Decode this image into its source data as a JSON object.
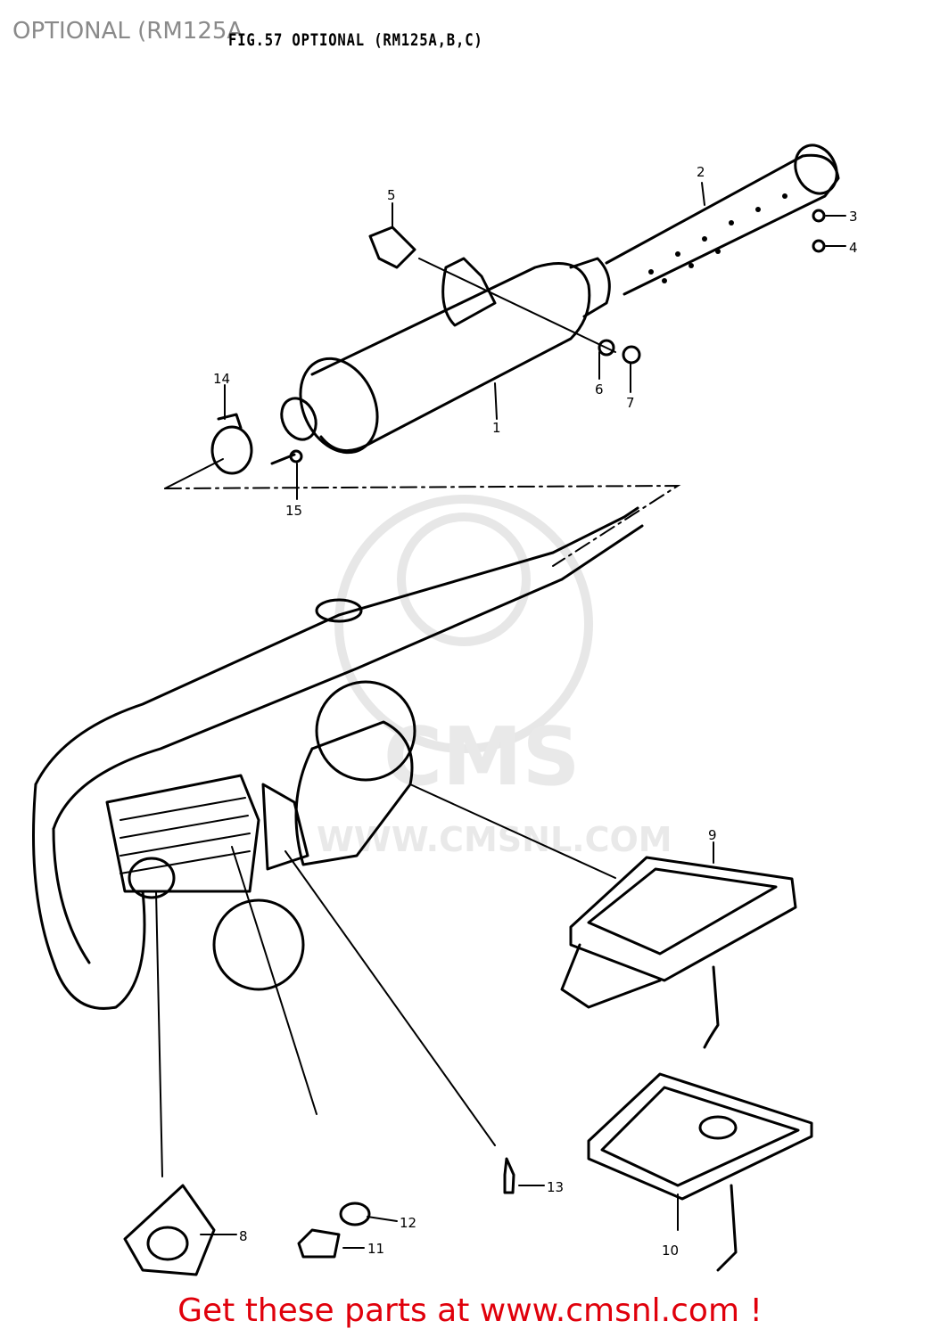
{
  "page_title": "OPTIONAL (RM125A",
  "figure_title": "FIG.57  OPTIONAL (RM125A,B,C)",
  "watermark": {
    "brand": "CMS",
    "url": "WWW.CMSNL.COM"
  },
  "callouts": [
    {
      "id": "1",
      "label": "1"
    },
    {
      "id": "2",
      "label": "2"
    },
    {
      "id": "3",
      "label": "3"
    },
    {
      "id": "4",
      "label": "4"
    },
    {
      "id": "5",
      "label": "5"
    },
    {
      "id": "6",
      "label": "6"
    },
    {
      "id": "7",
      "label": "7"
    },
    {
      "id": "8",
      "label": "8"
    },
    {
      "id": "9",
      "label": "9"
    },
    {
      "id": "10",
      "label": "10"
    },
    {
      "id": "11",
      "label": "11"
    },
    {
      "id": "12",
      "label": "12"
    },
    {
      "id": "13",
      "label": "13"
    },
    {
      "id": "14",
      "label": "14"
    },
    {
      "id": "15",
      "label": "15"
    }
  ],
  "footer_text": "Get these parts at www.cmsnl.com !",
  "colors": {
    "footer": "#e0000b",
    "title": "#8a8a8a",
    "line": "#000000"
  }
}
